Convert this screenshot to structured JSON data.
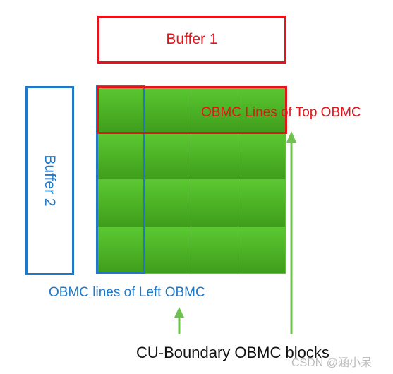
{
  "buffer1": {
    "label": "Buffer 1"
  },
  "buffer2": {
    "label": "Buffer 2"
  },
  "top_obmc": {
    "label": "OBMC Lines of Top OBMC"
  },
  "left_obmc": {
    "label": "OBMC lines of Left OBMC"
  },
  "cu_boundary": {
    "label": "CU-Boundary OBMC blocks"
  },
  "watermark": {
    "text": "CSDN @涵小呆"
  },
  "colors": {
    "red": "#e8131a",
    "blue": "#1f78c8",
    "green": "#4db326",
    "arrow": "#6cc24a"
  }
}
